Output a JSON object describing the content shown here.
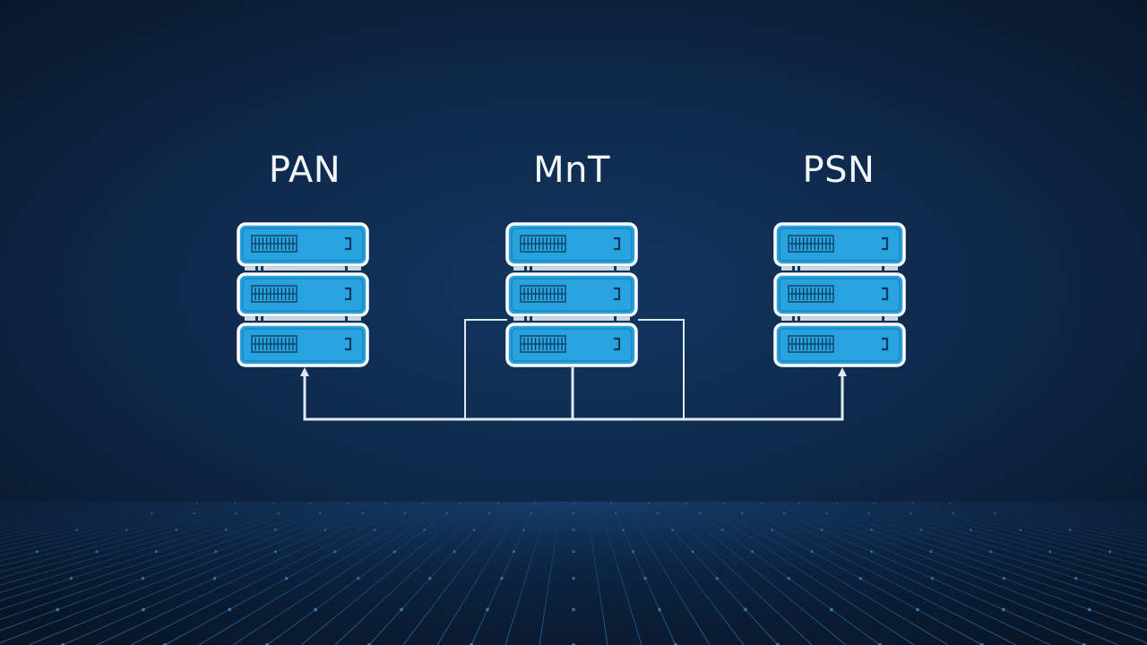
{
  "nodes": [
    {
      "label": "PAN"
    },
    {
      "label": "MnT"
    },
    {
      "label": "PSN"
    }
  ],
  "colors": {
    "background": "#0e2a4c",
    "server_fill": "#29a3df",
    "server_outline": "#ffffff",
    "connector": "#dfe9f4"
  }
}
